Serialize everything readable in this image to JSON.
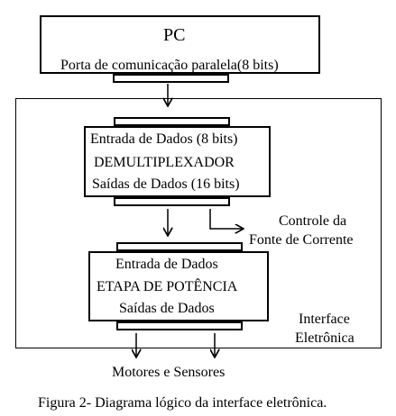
{
  "pc": {
    "title": "PC",
    "port": "Porta de comunicação paralela(8 bits)"
  },
  "demux": {
    "input": "Entrada de Dados (8 bits)",
    "name": "DEMULTIPLEXADOR",
    "output": "Saídas de Dados (16 bits)"
  },
  "control": {
    "line1": "Controle da",
    "line2": "Fonte de Corrente"
  },
  "power": {
    "input": "Entrada de Dados",
    "name": "ETAPA DE POTÊNCIA",
    "output": "Saídas de Dados"
  },
  "interface": {
    "line1": "Interface",
    "line2": "Eletrônica"
  },
  "outputs": {
    "label": "Motores e Sensores"
  },
  "caption": "Figura 2- Diagrama lógico da interface eletrônica."
}
